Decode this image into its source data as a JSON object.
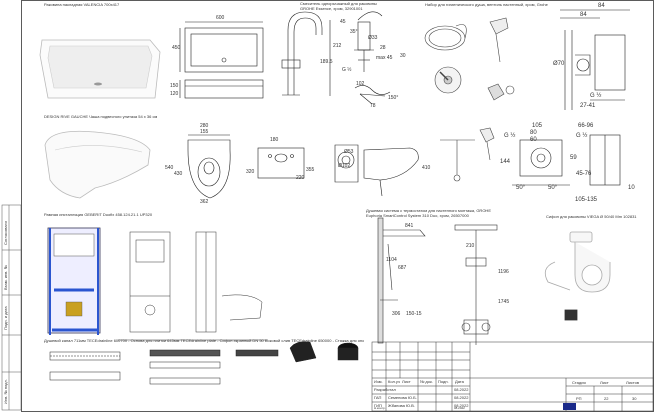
{
  "captions": {
    "sink": "Раковина накладная VALENCIA 700x417",
    "faucet": "Смеситель однорычажный для раковины GROHE Essence, хром, 32901001",
    "hygienic": "Набор для гигиенического душа, вентиль настенный, хром, Grohe",
    "toilet": "DESIGN RIVE GAUCHE Чаша подвесного унитаза 54 x 36 см",
    "install": "Рамная инсталляция GEBERIT Duofix 458.124.21.1 UP320",
    "shower": "Душевая система с термостатом для настенного монтажа, GROHE Euphoria SmartControl System 310 Duo, хром, 26507000",
    "siphon": "Сифон для раковины VIEGA Ø 50/40 Mm 102831",
    "drain": "Душевой канал 711мм TECEdrainline 600700 - Основа для плитки 645мм TECEdrainline plate - Сифон экранный DN 50 Боковой слив TECEdrainline 650000 - Стяжка для опоры экранный TECEdrainline 660014"
  },
  "dims": {
    "sink_w": "600",
    "sink_h1": "450",
    "sink_h2": "150",
    "sink_h3": "120",
    "f_212": "212",
    "f_189": "189.5",
    "f_45": "45",
    "f_g12": "G ½",
    "f_ang": "35°",
    "f_33": "Ø33",
    "f_28": "28",
    "f_max45": "max 45",
    "f_30": "30",
    "f_102": "102",
    "f_78": "78",
    "f_150": "150°",
    "h_84a": "84",
    "h_84b": "84",
    "h_70": "Ø70",
    "h_g12": "G ½",
    "h_2741": "27-41",
    "t_280": "280",
    "t_155": "155",
    "t_540": "540",
    "t_430": "430",
    "t_362": "362",
    "t_180": "180",
    "t_320": "320",
    "t_220": "220",
    "t_355": "355",
    "t_53": "Ø53",
    "t_102": "Ø102",
    "t_410": "410",
    "s_105": "105",
    "s_6696": "66-96",
    "s_80": "80",
    "s_g12a": "G ½",
    "s_60": "60",
    "s_g12b": "G ½",
    "s_144": "144",
    "s_59": "59",
    "s_50a": "50°",
    "s_50b": "50°",
    "s_4576": "45-76",
    "s_10": "10",
    "s_105135": "105-135",
    "sh_841": "841",
    "sh_1104": "1104",
    "sh_687": "687",
    "sh_210": "210",
    "sh_1196": "1196",
    "sh_306": "306",
    "sh_150": "150-15",
    "sh_1745": "1745"
  },
  "sidebar": [
    "Согласовано",
    "Взам. инв. №",
    "Подп. и дата",
    "Инв. № подл."
  ],
  "titleblock": {
    "headers": [
      "Изм.",
      "Кол.уч",
      "Лист",
      "№ док.",
      "Подп.",
      "Дата"
    ],
    "rows": [
      {
        "role": "Разработал",
        "date": "08.2022"
      },
      {
        "role": "ГАП",
        "name": "Семенова Ю.Б.",
        "date": "08.2022"
      },
      {
        "role": "ГИП",
        "name": "Жбанова Ю.В.",
        "date": "08.2022"
      },
      {
        "role": "Н.контр.",
        "date": "08.2022"
      }
    ],
    "stage_label": "Стадия",
    "sheet_label": "Лист",
    "sheets_label": "Листов",
    "stage": "РП",
    "sheet": "22",
    "sheets": "30"
  }
}
